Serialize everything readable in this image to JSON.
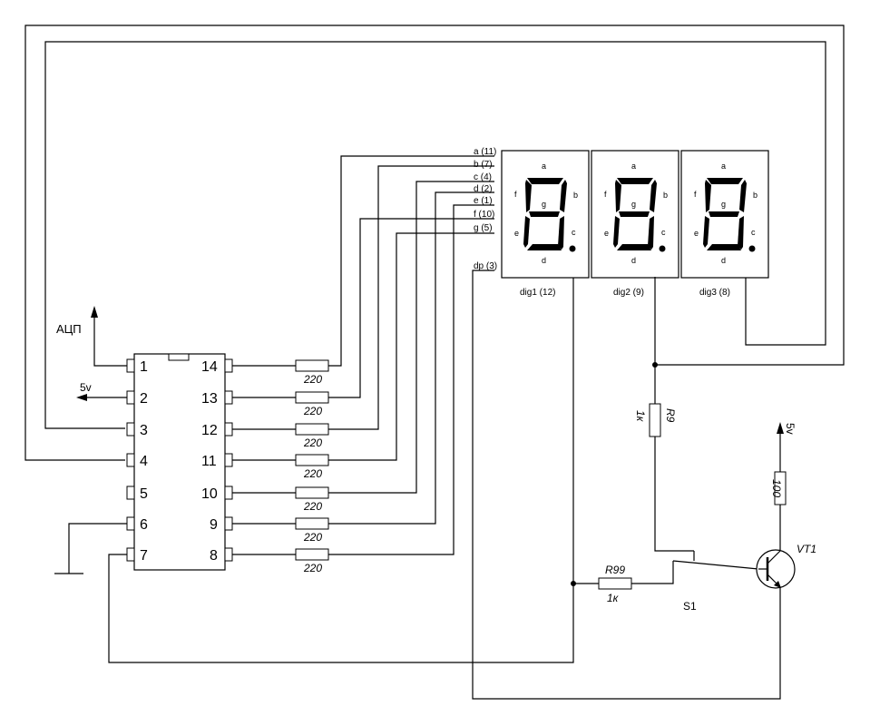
{
  "ic": {
    "pins_left": [
      "1",
      "2",
      "3",
      "4",
      "5",
      "6",
      "7"
    ],
    "pins_right": [
      "14",
      "13",
      "12",
      "11",
      "10",
      "9",
      "8"
    ]
  },
  "labels": {
    "adc": "АЦП",
    "supply_left": "5v",
    "supply_right": "5v"
  },
  "resistors": {
    "segment_value": "220",
    "r9_name": "R9",
    "r9_value": "1к",
    "r99_name": "R99",
    "r99_value": "1к",
    "r100_value": "100"
  },
  "segment_lines": [
    "a (11)",
    "b (7)",
    "c (4)",
    "d (2)",
    "e (1)",
    "f (10)",
    "g (5)",
    "dp (3)"
  ],
  "digits": [
    {
      "label": "dig1 (12)",
      "letters": {
        "a": "a",
        "b": "b",
        "c": "c",
        "d": "d",
        "e": "e",
        "f": "f",
        "g": "g"
      }
    },
    {
      "label": "dig2 (9)",
      "letters": {
        "a": "a",
        "b": "b",
        "c": "c",
        "d": "d",
        "e": "e",
        "f": "f",
        "g": "g"
      }
    },
    {
      "label": "dig3 (8)",
      "letters": {
        "a": "a",
        "b": "b",
        "c": "c",
        "d": "d",
        "e": "e",
        "f": "f",
        "g": "g"
      }
    }
  ],
  "switch_label": "S1",
  "transistor_label": "VT1"
}
